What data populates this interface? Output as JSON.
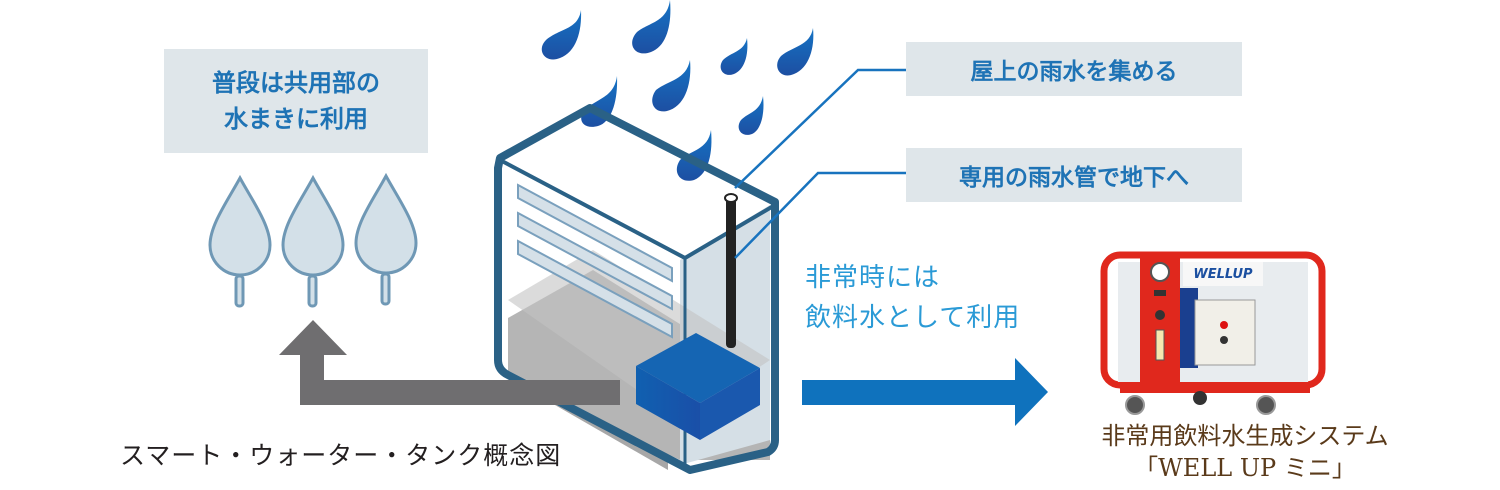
{
  "diagram": {
    "title": "スマート・ウォーター・タンク概念図",
    "labels": {
      "usual_use": [
        "普段は共用部の",
        "水まきに利用"
      ],
      "collect_rain": "屋上の雨水を集める",
      "pipe_down": "専用の雨水管で地下へ",
      "emergency_use": [
        "非常時には",
        "飲料水として利用"
      ]
    },
    "product": {
      "name_line1": "非常用飲料水生成システム",
      "name_line2": "「WELL UP ミニ」",
      "logo_text": "WELLUP"
    },
    "icons": [
      "raindrop-icon",
      "tree-icon",
      "tank-icon",
      "arrow-up-icon",
      "arrow-right-icon",
      "water-purifier-device"
    ],
    "colors": {
      "label_bg": "#dfe6ea",
      "label_text": "#1e73b5",
      "emergency_text": "#2a9ad6",
      "rain_drop": "#1a5fb0",
      "tank_frame": "#2a6186",
      "tree_fill": "#d3e0e8",
      "tree_stroke": "#6f98b5",
      "gray_arrow": "#6f6e70",
      "blue_arrow": "#0f72bd",
      "caption_text": "#231f20",
      "product_text": "#5a3a1a",
      "device_red": "#e0281d"
    }
  }
}
